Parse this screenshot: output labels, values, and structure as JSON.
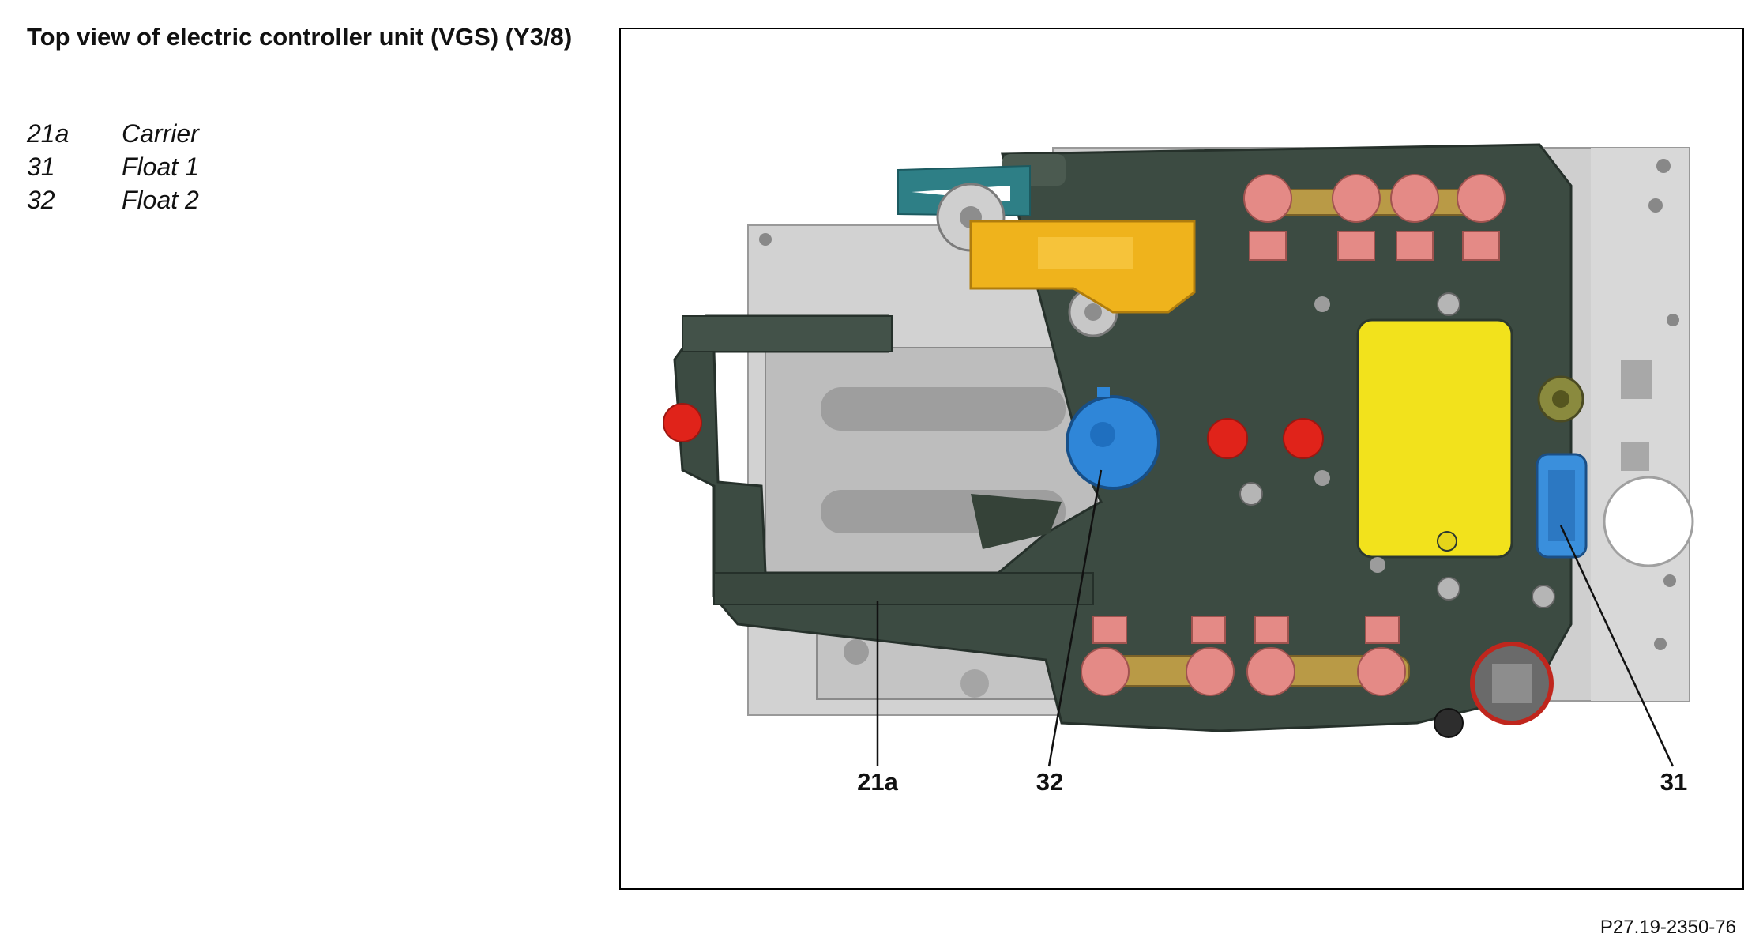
{
  "title": "Top view of electric controller unit (VGS) (Y3/8)",
  "legend": [
    {
      "key": "21a",
      "label": "Carrier"
    },
    {
      "key": "31",
      "label": "Float 1"
    },
    {
      "key": "32",
      "label": "Float 2"
    }
  ],
  "callouts": {
    "c21a": "21a",
    "c32": "32",
    "c31": "31"
  },
  "figure_id": "P27.19-2350-76",
  "colors": {
    "housing": "#3a4a40",
    "plate": "#c9c9c9",
    "solenoid": "#e48a86",
    "bridge": "#b99a46",
    "float_1": "#3a8fdc",
    "float_2": "#2f86d8",
    "sensor_cover": "#f2e21c",
    "connector": "#efb31c",
    "plug": "#e0231a"
  }
}
